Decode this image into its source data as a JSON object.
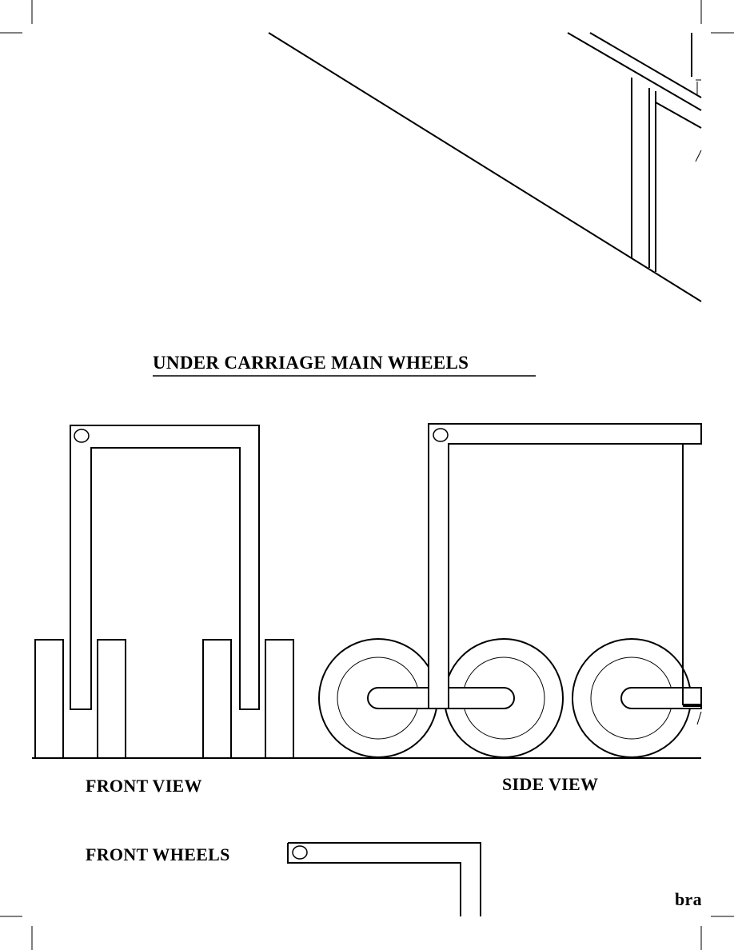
{
  "title": "UNDER CARRIAGE MAIN WHEELS",
  "labels": {
    "front_view": "FRONT VIEW",
    "side_view": "SIDE VIEW",
    "front_wheels": "FRONT WHEELS",
    "cut_text": "bra"
  },
  "colors": {
    "ink": "#000000",
    "paper": "#ffffff"
  }
}
